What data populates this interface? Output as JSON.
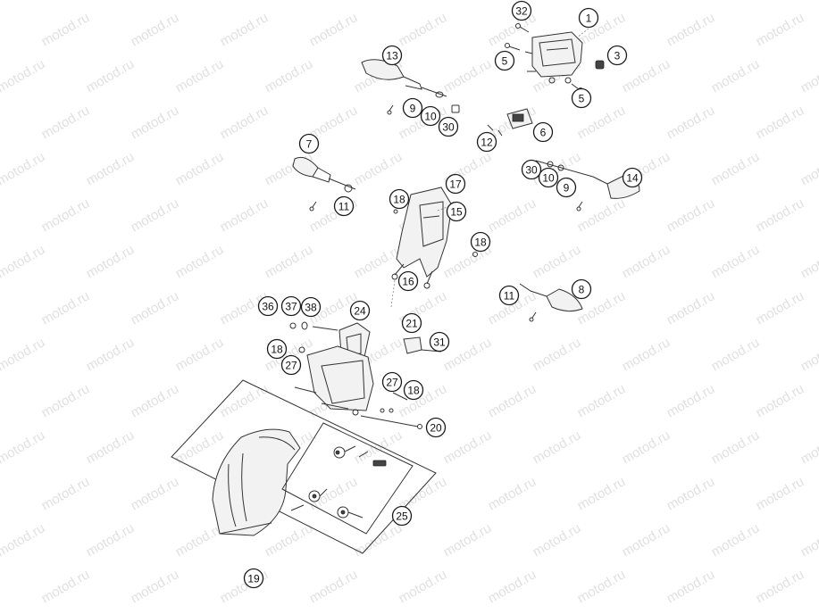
{
  "watermark": {
    "text": "motod.ru"
  },
  "callouts": [
    {
      "id": "c32a",
      "label": "32"
    },
    {
      "id": "c1",
      "label": "1"
    },
    {
      "id": "c5a",
      "label": "5"
    },
    {
      "id": "c3",
      "label": "3"
    },
    {
      "id": "c5b",
      "label": "5"
    },
    {
      "id": "c13",
      "label": "13"
    },
    {
      "id": "c9a",
      "label": "9"
    },
    {
      "id": "c10a",
      "label": "10"
    },
    {
      "id": "c30a",
      "label": "30"
    },
    {
      "id": "c6",
      "label": "6"
    },
    {
      "id": "c12",
      "label": "12"
    },
    {
      "id": "c7",
      "label": "7"
    },
    {
      "id": "c30b",
      "label": "30"
    },
    {
      "id": "c10b",
      "label": "10"
    },
    {
      "id": "c9b",
      "label": "9"
    },
    {
      "id": "c14",
      "label": "14"
    },
    {
      "id": "c11a",
      "label": "11"
    },
    {
      "id": "c17",
      "label": "17"
    },
    {
      "id": "c18a",
      "label": "18"
    },
    {
      "id": "c15",
      "label": "15"
    },
    {
      "id": "c18b",
      "label": "18"
    },
    {
      "id": "c16",
      "label": "16"
    },
    {
      "id": "c11b",
      "label": "11"
    },
    {
      "id": "c8",
      "label": "8"
    },
    {
      "id": "c36",
      "label": "36"
    },
    {
      "id": "c37",
      "label": "37"
    },
    {
      "id": "c38",
      "label": "38"
    },
    {
      "id": "c24",
      "label": "24"
    },
    {
      "id": "c21",
      "label": "21"
    },
    {
      "id": "c31",
      "label": "31"
    },
    {
      "id": "c18c",
      "label": "18"
    },
    {
      "id": "c27a",
      "label": "27"
    },
    {
      "id": "c27b",
      "label": "27"
    },
    {
      "id": "c18d",
      "label": "18"
    },
    {
      "id": "c20",
      "label": "20"
    },
    {
      "id": "c25",
      "label": "25"
    },
    {
      "id": "c19",
      "label": "19"
    }
  ]
}
